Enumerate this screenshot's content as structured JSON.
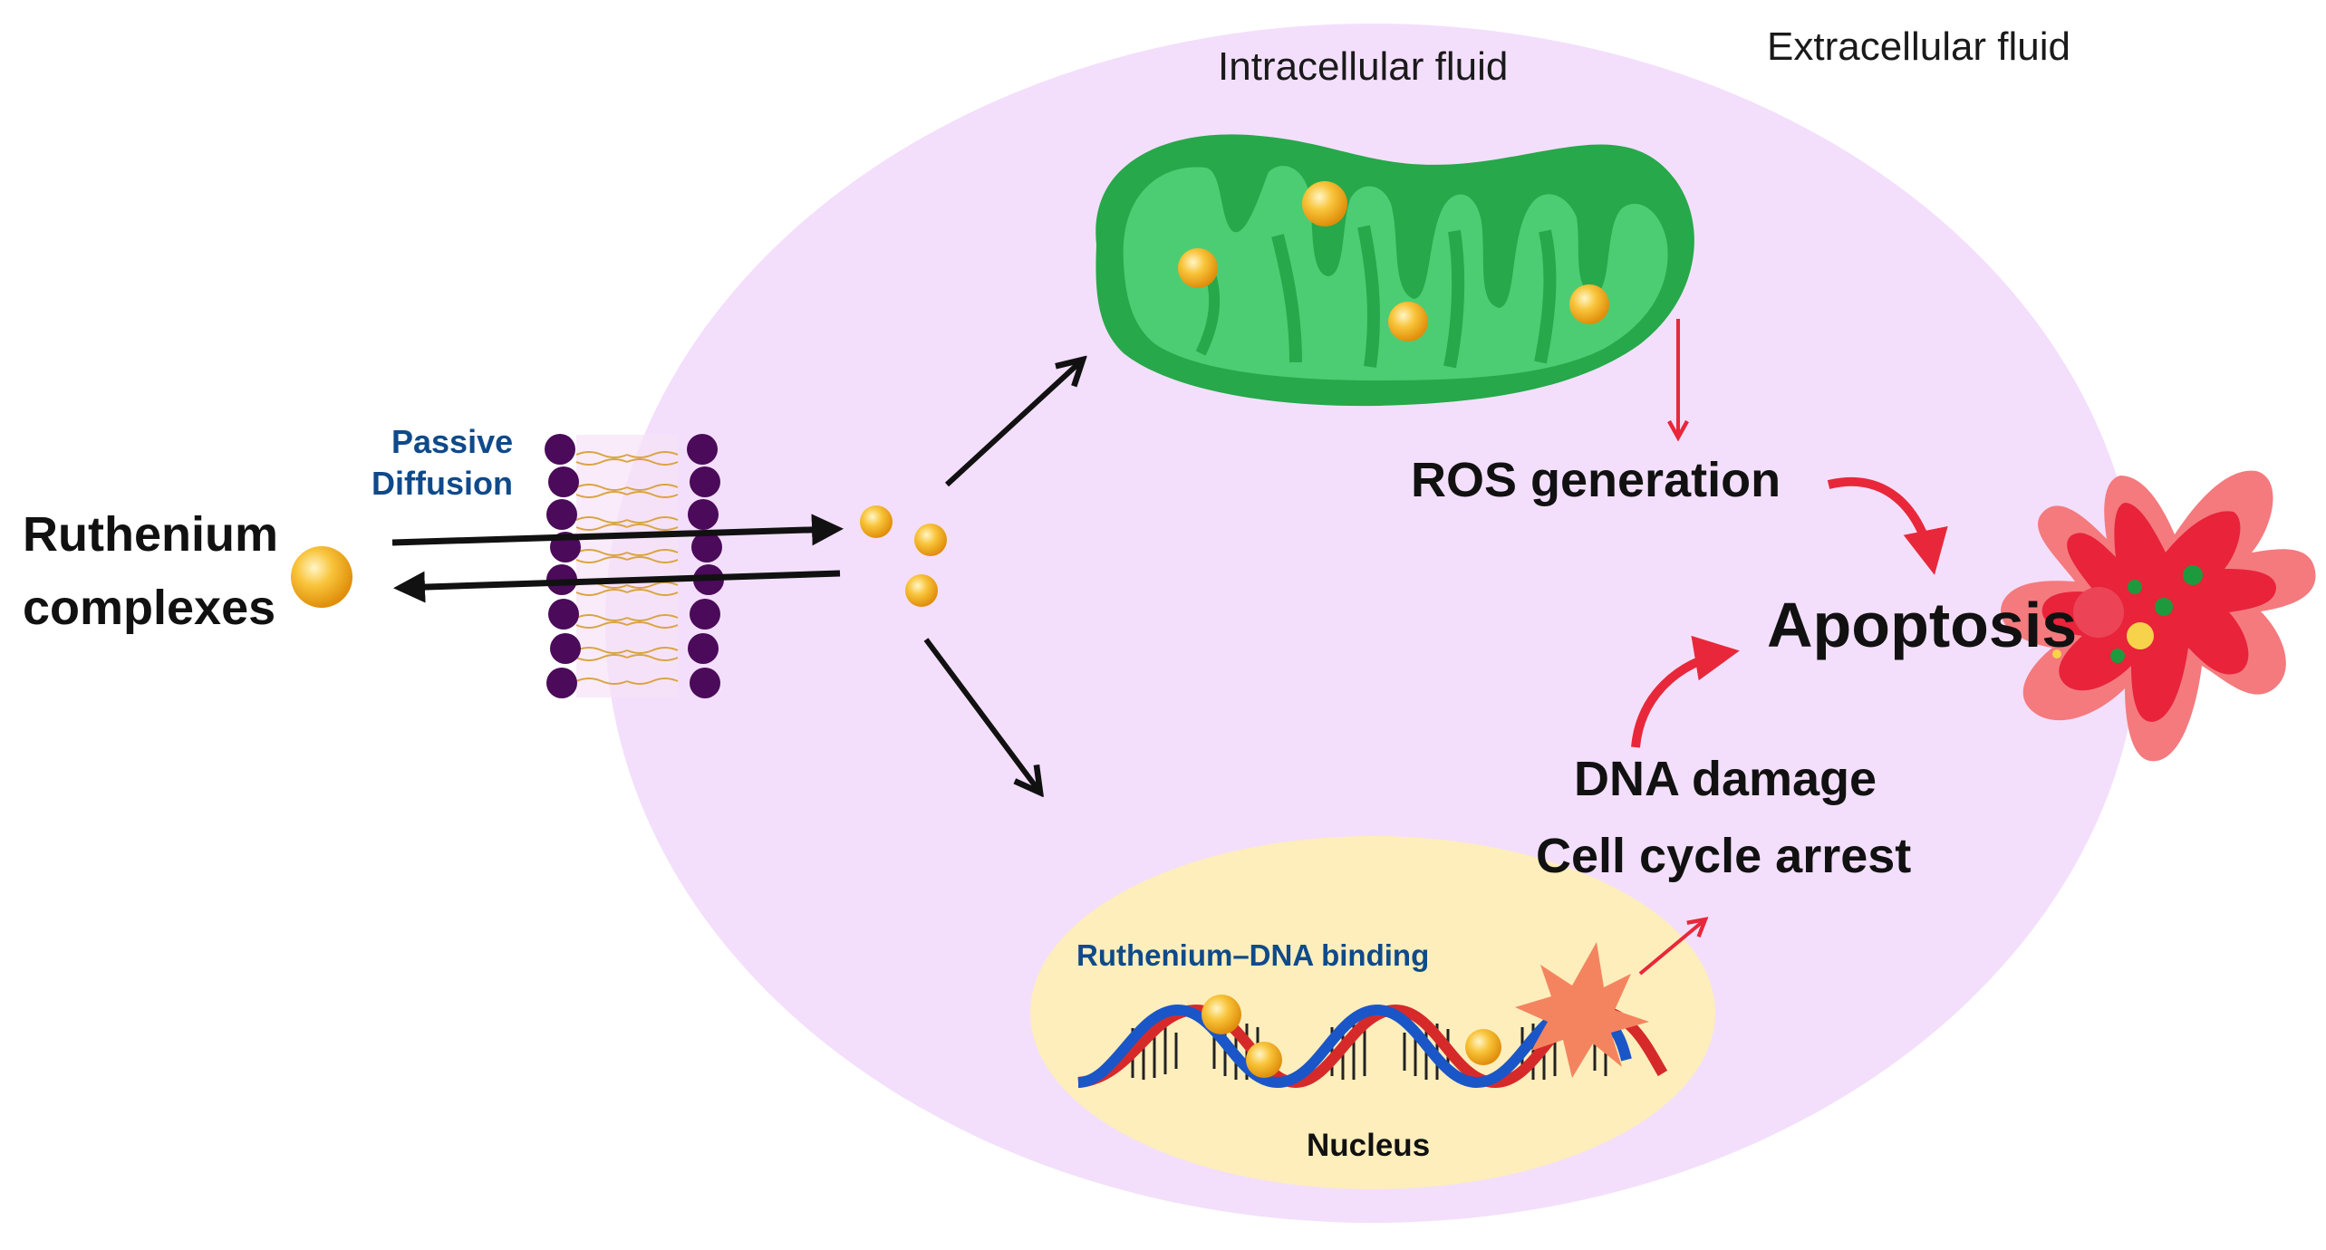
{
  "labels": {
    "intracellular": "Intracellular fluid",
    "extracellular": "Extracellular fluid",
    "passive_line1": "Passive",
    "passive_line2": "Diffusion",
    "ruthenium_line1": "Ruthenium",
    "ruthenium_line2": "complexes",
    "ros": "ROS generation",
    "apoptosis": "Apoptosis",
    "dna_damage": "DNA damage",
    "cell_cycle": "Cell cycle arrest",
    "ru_dna_binding": "Ruthenium–DNA binding",
    "nucleus": "Nucleus"
  },
  "colors": {
    "cytoplasm": "#f3dffb",
    "mitochondrion_outer": "#27a84a",
    "mitochondrion_inner": "#4ccd74",
    "nucleus": "#fdeebc",
    "membrane_head": "#4b0a5a",
    "membrane_tail": "#d9a441",
    "complex": "#f4b21c",
    "process_arrow": "#e8283a",
    "transport_arrow": "#111111",
    "apoptotic_cell_outer": "#f47a7e",
    "apoptotic_cell_inner": "#e8233a",
    "dna_strand_1": "#1a56c8",
    "dna_strand_2": "#d62a2a",
    "dna_damage_burst": "#f4845f",
    "blue_text": "#0f4a8a"
  },
  "icons": [
    "ruthenium-complex-icon",
    "lipid-bilayer-icon",
    "mitochondrion-icon",
    "dna-helix-icon",
    "damage-burst-icon",
    "apoptotic-cell-icon"
  ]
}
